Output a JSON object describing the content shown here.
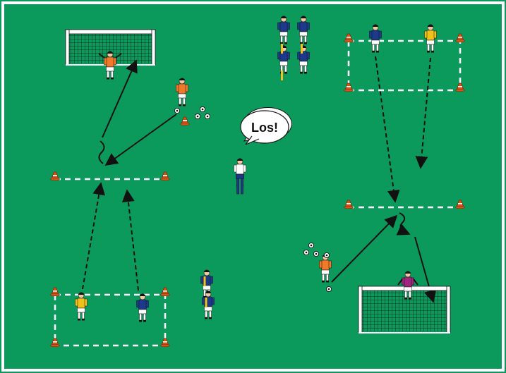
{
  "field": {
    "color": "#0c9a5c",
    "border_color": "#ffffff",
    "line_color": "#ffffff"
  },
  "speech": {
    "text": "Los!"
  },
  "colors": {
    "cone": "#d4551a",
    "navy_kit": "#1d3a8a",
    "yellow_kit": "#f2c21a",
    "orange_kit": "#f07a2a",
    "purple_keeper": "#a0257e",
    "black": "#111111",
    "white": "#ffffff"
  },
  "legend": {
    "pass": "solid-arrow",
    "run": "dashed-arrow",
    "dribble": "wavy-arrow"
  }
}
